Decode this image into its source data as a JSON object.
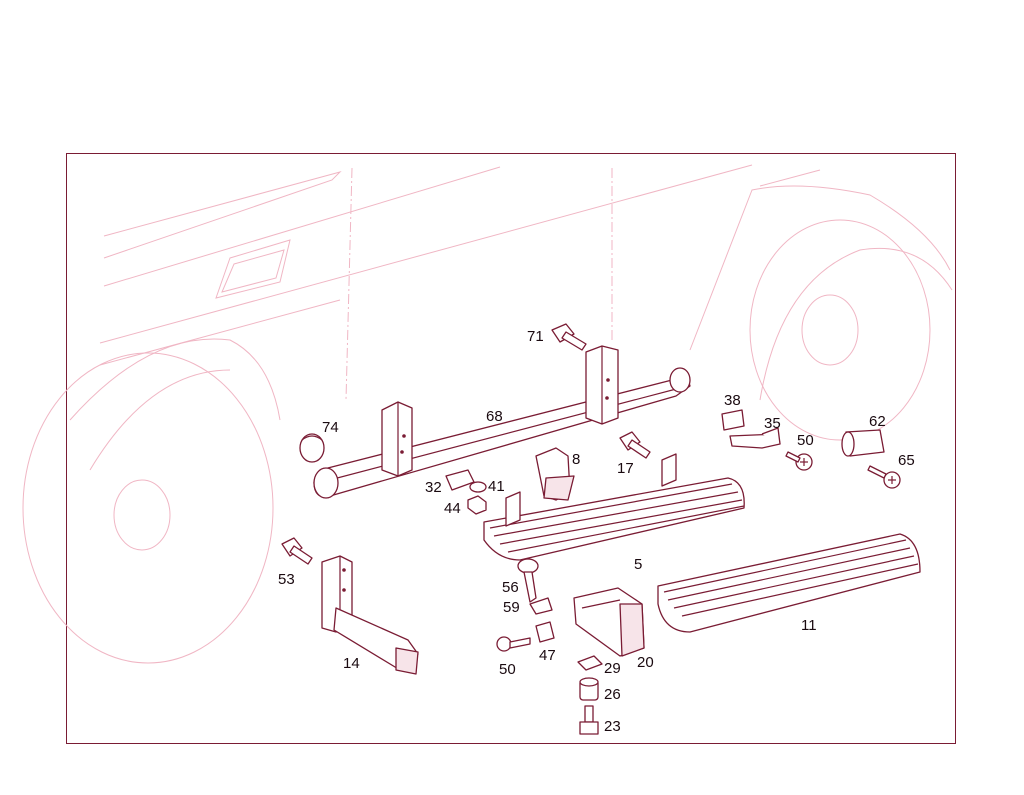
{
  "diagram": {
    "callouts": [
      "74",
      "68",
      "71",
      "32",
      "41",
      "44",
      "8",
      "17",
      "5",
      "56",
      "59",
      "50",
      "47",
      "29",
      "26",
      "23",
      "20",
      "53",
      "14",
      "38",
      "35",
      "50",
      "62",
      "65",
      "11"
    ]
  },
  "colors": {
    "line": "#7a1c34",
    "ghost": "#f0b6c4",
    "frame": "#7a1c34",
    "background": "#ffffff"
  }
}
